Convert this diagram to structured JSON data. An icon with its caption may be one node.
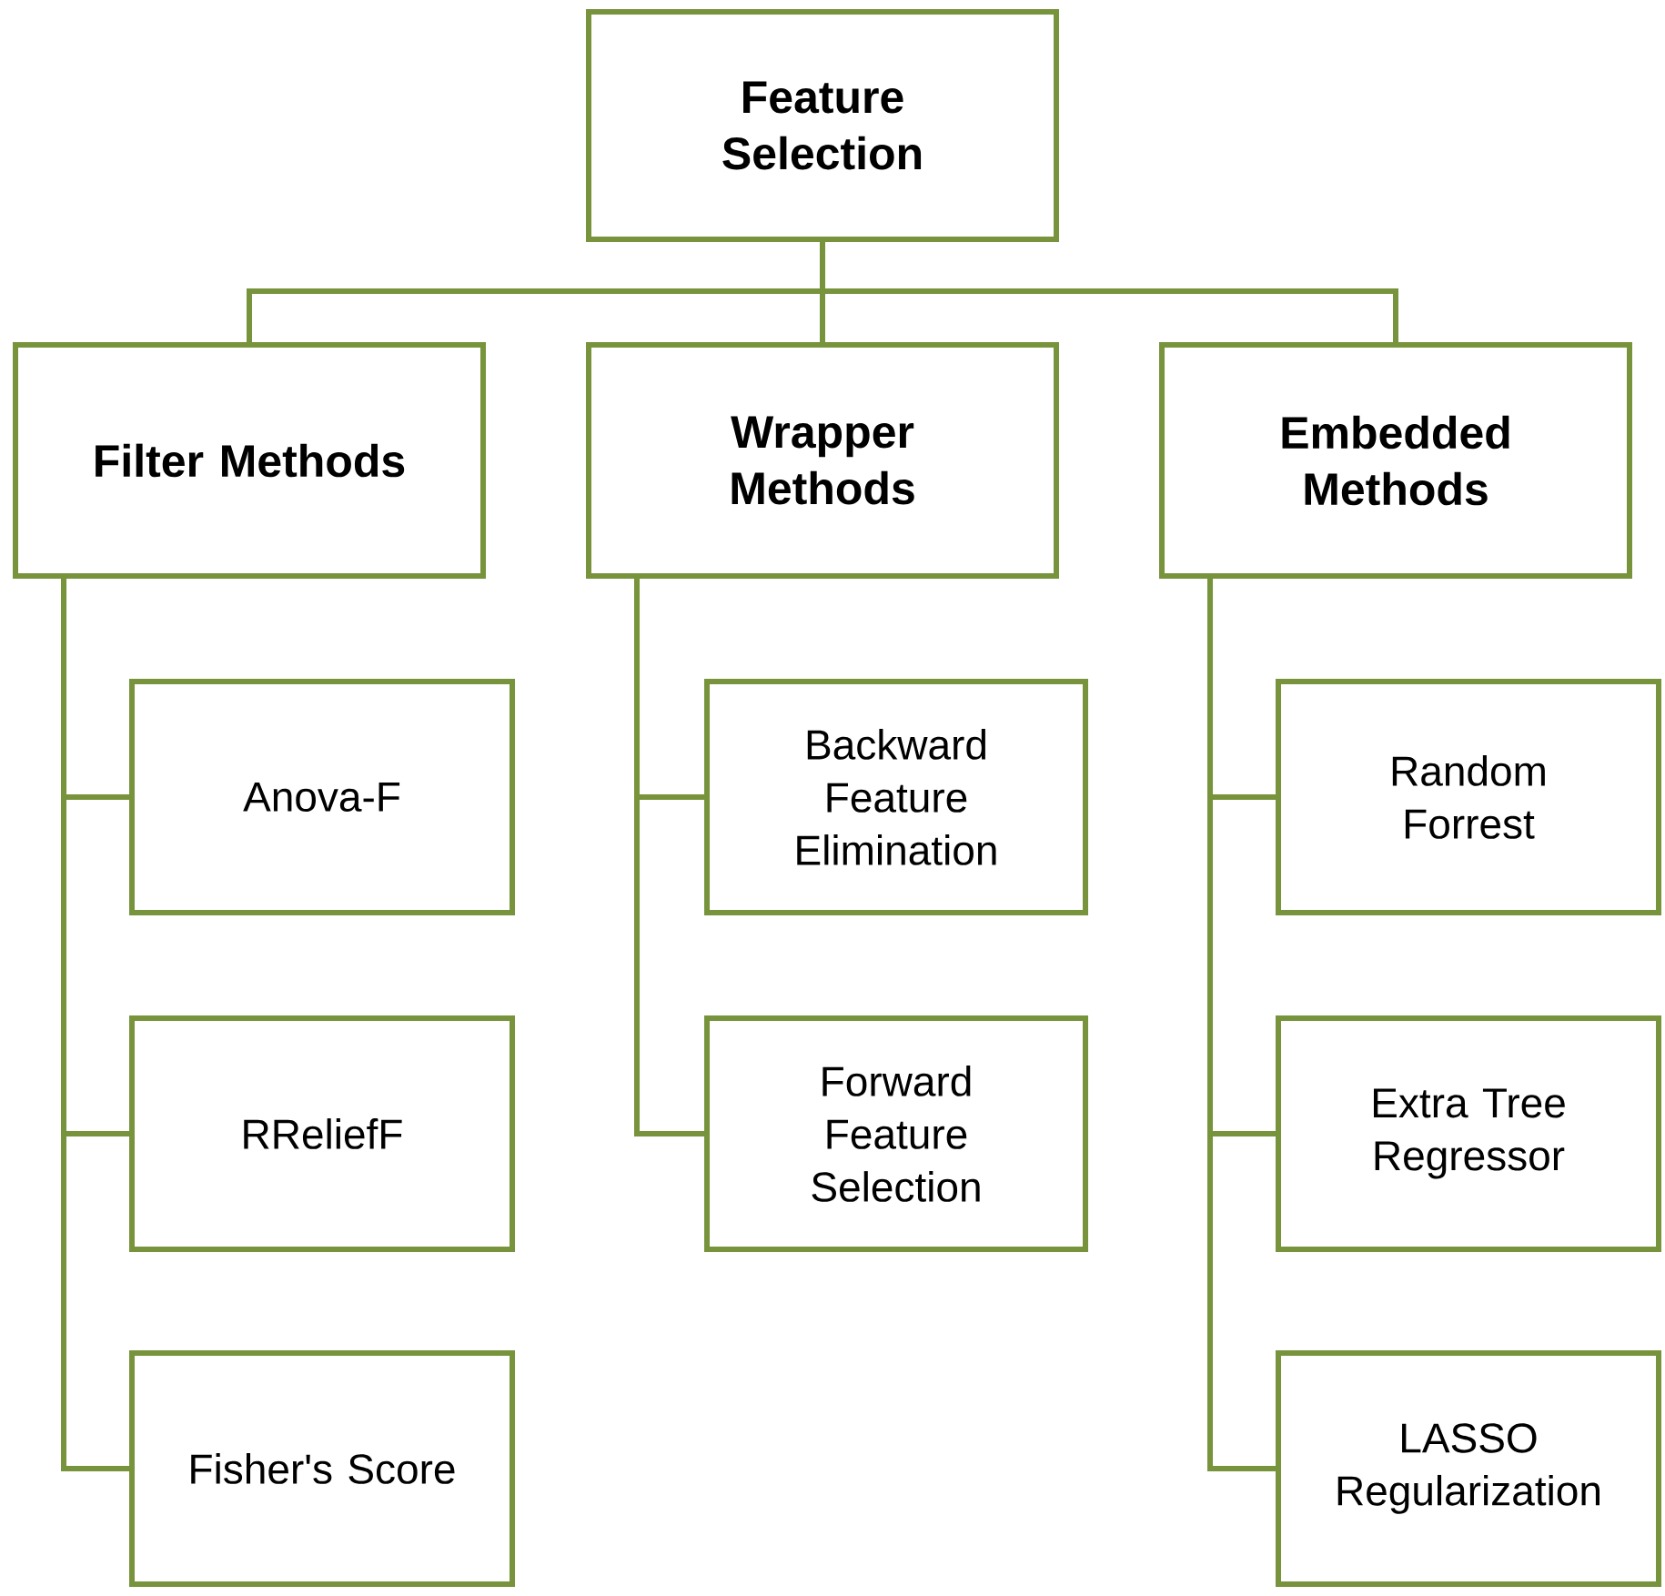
{
  "diagram": {
    "nodes": [
      {
        "text": [
          "Feature Selection"
        ]
      },
      {
        "text": [
          "Filter Methods"
        ]
      },
      {
        "text": [
          "Wrapper Methods"
        ]
      },
      {
        "text": [
          "Embedded Methods"
        ]
      },
      {
        "text": [
          "Anova-F"
        ]
      },
      {
        "text": [
          "RReliefF"
        ]
      },
      {
        "text": [
          "Fisher's Score"
        ]
      },
      {
        "text": [
          "Backward Feature Elimination"
        ]
      },
      {
        "text": [
          "Forward Feature Selection"
        ]
      },
      {
        "text": [
          "Random Forrest"
        ]
      },
      {
        "text": [
          "Extra Tree Regressor"
        ]
      },
      {
        "text": [
          "LASSO Regularization"
        ]
      }
    ],
    "edges": [
      {
        "from": 0,
        "to": 1,
        "arrow": "none"
      },
      {
        "from": 0,
        "to": 2,
        "arrow": "none"
      },
      {
        "from": 0,
        "to": 3,
        "arrow": "none"
      },
      {
        "from": 1,
        "to": 4,
        "arrow": "none"
      },
      {
        "from": 1,
        "to": 5,
        "arrow": "none"
      },
      {
        "from": 1,
        "to": 6,
        "arrow": "none"
      },
      {
        "from": 2,
        "to": 7,
        "arrow": "none"
      },
      {
        "from": 2,
        "to": 8,
        "arrow": "none"
      },
      {
        "from": 3,
        "to": 9,
        "arrow": "none"
      },
      {
        "from": 3,
        "to": 10,
        "arrow": "none"
      },
      {
        "from": 3,
        "to": 11,
        "arrow": "none"
      }
    ]
  }
}
